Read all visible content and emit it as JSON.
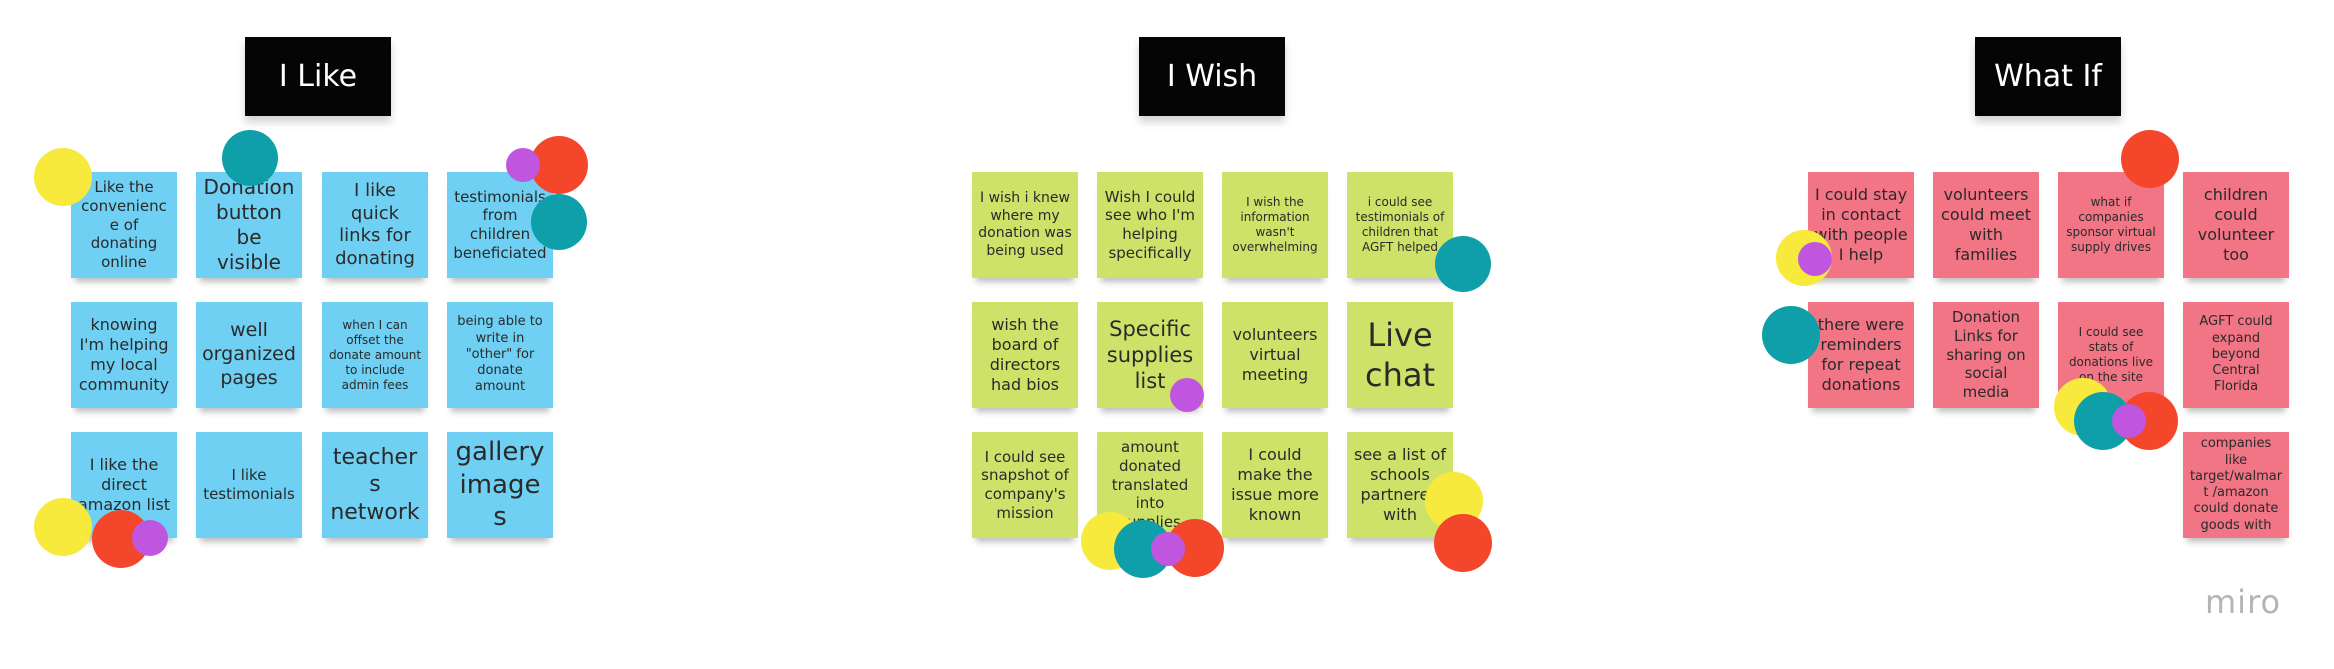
{
  "board": {
    "columns": [
      {
        "title": "I Like",
        "notes": [
          "Like the convenience of donating online",
          "Donation button be visible",
          "I like quick links for donating",
          "testimonials from children beneficiated",
          "knowing I'm helping my local community",
          "well organized pages",
          "when I can offset the donate amount to include admin fees",
          "being able to write in \"other\" for donate amount",
          "I like the direct amazon list",
          "I like testimonials",
          "teachers network",
          "gallery images"
        ]
      },
      {
        "title": "I Wish",
        "notes": [
          "I wish i knew where my donation was being used",
          "Wish I could see who I'm helping specifically",
          "I wish the information wasn't overwhelming",
          "i could see testimonials of children that AGFT helped",
          "wish the board of directors had bios",
          "Specific supplies list",
          "volunteers virtual meeting",
          "Live chat",
          "I could see snapshot of company's mission",
          "amount donated translated into supplies",
          "I could make the issue more known",
          "see a list of schools partnered with"
        ]
      },
      {
        "title": "What If",
        "notes": [
          "I could stay in contact with people I help",
          "volunteers could meet with families",
          "what if companies sponsor virtual supply drives",
          "children could volunteer too",
          "there were reminders for repeat donations",
          "Donation Links for sharing on social media",
          "I could see stats of donations live on the site",
          "AGFT could expand beyond Central Florida",
          "companies like target/walmart /amazon could donate goods with"
        ]
      }
    ],
    "colors": {
      "like": "#6fd0f3",
      "wish": "#cee26a",
      "whatif": "#f27585",
      "dot_yellow": "#f8ea3d",
      "dot_teal": "#0f9fa8",
      "dot_orange": "#f3462a",
      "dot_purple": "#c056e0"
    }
  },
  "branding": {
    "logo": "miro"
  }
}
